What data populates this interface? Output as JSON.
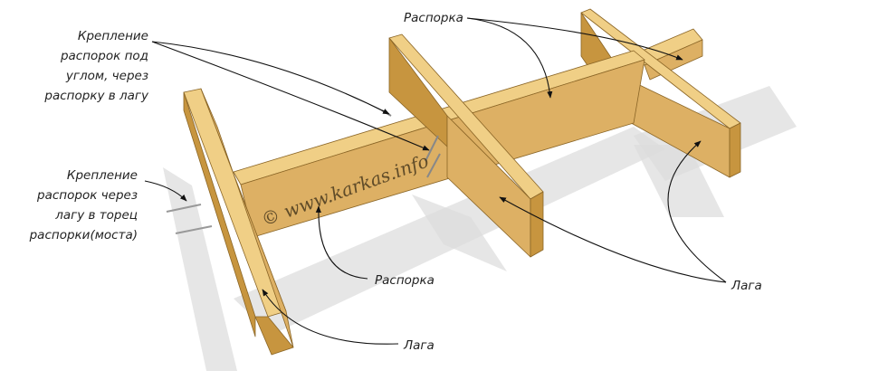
{
  "labels": {
    "angle_fastening": [
      "Крепление",
      "распорок под",
      "углом, через",
      "распорку в лагу"
    ],
    "end_fastening": [
      "Крепление",
      "распорок через",
      "лагу в торец",
      "распорки(моста)"
    ],
    "spacer_top": "Распорка",
    "spacer_bottom": "Распорка",
    "joist_right": "Лага",
    "joist_bottom": "Лага"
  },
  "watermark": "© www.karkas.info",
  "colors": {
    "wood_top": "#f0cf86",
    "wood_face": "#ddb064",
    "wood_side": "#c7953f",
    "wood_edge": "#8a6526",
    "shadow": "#dcdcdc",
    "leader": "#111111"
  }
}
